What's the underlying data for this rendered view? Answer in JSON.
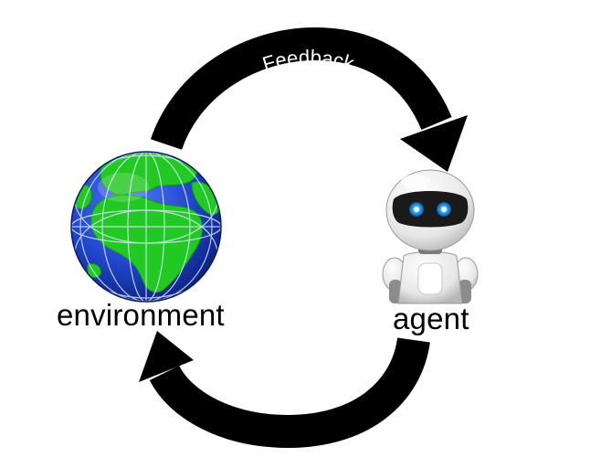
{
  "diagram": {
    "arc_top_text": "Feedback",
    "environment_label": "environment",
    "agent_label": "agent",
    "colors": {
      "arrow": "#000000",
      "arrow_text": "#ffffff",
      "ocean": "#1f44c9",
      "land": "#22c922",
      "robot_body": "#f2f2f2",
      "robot_visor": "#1a1a1a",
      "robot_eyes": "#3ab0ff"
    },
    "icons": [
      "globe-icon",
      "robot-icon"
    ]
  }
}
